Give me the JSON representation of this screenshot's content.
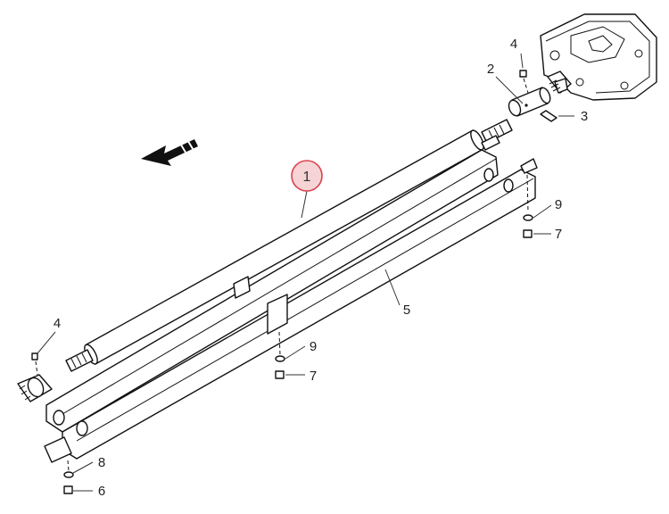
{
  "callouts": [
    {
      "id": "c1",
      "text": "1"
    },
    {
      "id": "c2",
      "text": "2"
    },
    {
      "id": "c3",
      "text": "3"
    },
    {
      "id": "c4a",
      "text": "4"
    },
    {
      "id": "c4b",
      "text": "4"
    },
    {
      "id": "c5",
      "text": "5"
    },
    {
      "id": "c6",
      "text": "6"
    },
    {
      "id": "c7a",
      "text": "7"
    },
    {
      "id": "c7b",
      "text": "7"
    },
    {
      "id": "c8",
      "text": "8"
    },
    {
      "id": "c9a",
      "text": "9"
    },
    {
      "id": "c9b",
      "text": "9"
    }
  ],
  "highlight_color": "#d9434f",
  "highlight_fill": "#f6d3d5",
  "icons": {
    "direction": "direction-arrow-icon"
  }
}
